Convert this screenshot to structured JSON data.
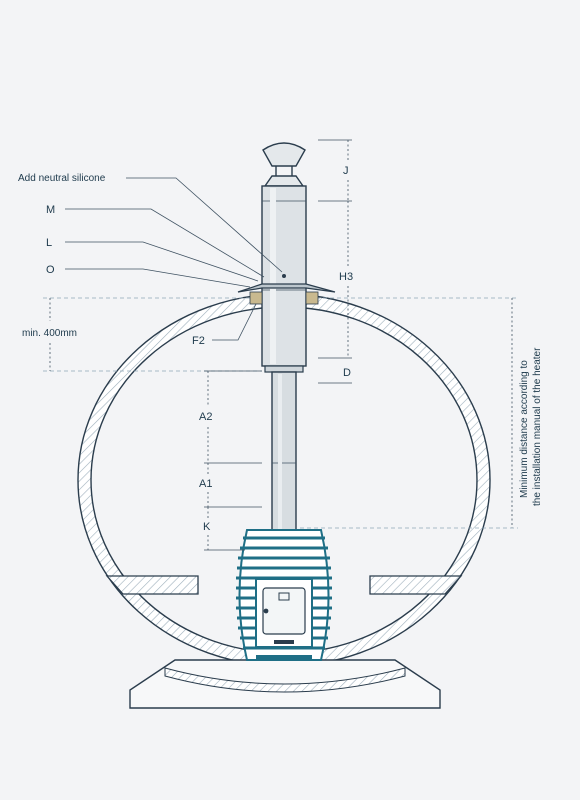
{
  "labels": {
    "silicone": "Add neutral silicone",
    "m": "M",
    "l": "L",
    "o": "O",
    "min400": "min. 400mm",
    "f2": "F2",
    "j": "J",
    "h3": "H3",
    "d": "D",
    "a2": "A2",
    "a1": "A1",
    "k": "K",
    "side_line1": "Minimum distance according to",
    "side_line2": "the installation manual of the heater"
  },
  "colors": {
    "line": "#2b3d4d",
    "heater": "#1f6f86",
    "dashed": "#8fa7b7",
    "background": "#f3f4f6",
    "flashing": "#c9b98f"
  }
}
